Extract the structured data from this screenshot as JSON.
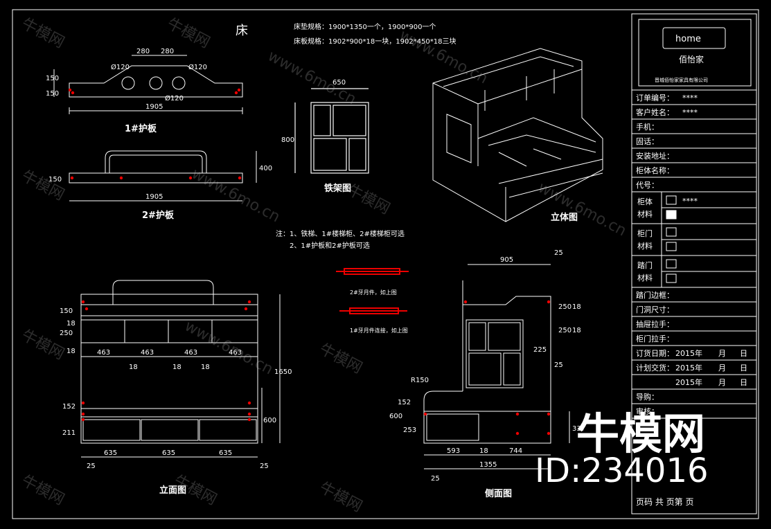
{
  "title": "床",
  "specs": {
    "mattress": "床垫规格：1900*1350一个，1900*900一个",
    "board": "床板规格：1902*900*18一块，1902*450*18三块"
  },
  "guard1": {
    "label": "1#护板",
    "dims": {
      "top1": "280",
      "top2": "280",
      "r1": "Ø120",
      "r2": "Ø120",
      "r3": "Ø120",
      "h1": "150",
      "h2": "150",
      "width": "1905"
    }
  },
  "guard2": {
    "label": "2#护板",
    "dims": {
      "h": "150",
      "h2": "400",
      "width": "1905"
    }
  },
  "frame": {
    "label": "铁架图",
    "dims": {
      "width": "650",
      "height": "800"
    }
  },
  "iso": {
    "label": "立体图"
  },
  "notes": {
    "line1": "注：1、铁梯、1#楼梯柜、2#楼梯柜可选",
    "line2": "2、1#护板和2#护板可选"
  },
  "parts": {
    "p2": "2#牙月件，如上图",
    "p1": "1#牙月件连接，如上图"
  },
  "front": {
    "label": "立面图",
    "dims": {
      "d150": "150",
      "d250": "250",
      "d18a": "18",
      "d18b": "18",
      "w463a": "463",
      "w463b": "463",
      "w463c": "463",
      "w463d": "463",
      "g18a": "18",
      "g18b": "18",
      "g18c": "18",
      "h1650": "1650",
      "h600": "600",
      "d152": "152",
      "d211": "211",
      "b635a": "635",
      "b635b": "635",
      "b635c": "635",
      "e25a": "25",
      "e25b": "25"
    }
  },
  "side": {
    "label": "侧面图",
    "dims": {
      "w905": "905",
      "t25": "25",
      "s250a": "250",
      "s18a": "18",
      "s250b": "250",
      "s18b": "18",
      "s225": "225",
      "s25b": "25",
      "r150": "R150",
      "s152": "152",
      "s600": "600",
      "s253": "253",
      "s337": "337",
      "b593": "593",
      "b18": "18",
      "b744": "744",
      "b1355": "1355",
      "b25": "25"
    }
  },
  "titleblock": {
    "brand": "home",
    "brand_cn": "佰怡家",
    "company": "晋城佰怡家家具有限公司",
    "rows": [
      {
        "label": "订单编号：",
        "value": "****"
      },
      {
        "label": "客户姓名：",
        "value": "****"
      },
      {
        "label": "手机：",
        "value": ""
      },
      {
        "label": "固话：",
        "value": ""
      },
      {
        "label": "安装地址：",
        "value": ""
      },
      {
        "label": "柜体名称：",
        "value": ""
      },
      {
        "label": "代号：",
        "value": ""
      }
    ],
    "materials": [
      {
        "label1": "柜体",
        "label2": "材料",
        "value": "****"
      },
      {
        "label1": "柜门",
        "label2": "材料",
        "value": ""
      },
      {
        "label1": "踏门",
        "label2": "材料",
        "value": ""
      }
    ],
    "rows2": [
      {
        "label": "踏门边框：",
        "value": ""
      },
      {
        "label": "门洞尺寸：",
        "value": ""
      },
      {
        "label": "抽屉拉手：",
        "value": ""
      },
      {
        "label": "柜门拉手：",
        "value": ""
      }
    ],
    "dates": [
      {
        "label": "订货日期：",
        "year": "2015年",
        "m": "月",
        "d": "日"
      },
      {
        "label": "计划交货：",
        "year": "2015年",
        "m": "月",
        "d": "日"
      },
      {
        "label": "",
        "year": "2015年",
        "m": "月",
        "d": "日"
      }
    ],
    "extra": [
      {
        "label": "导购："
      },
      {
        "label": "审核："
      }
    ],
    "footer": "页码 共 页第 页"
  },
  "watermark": {
    "cn": "牛模网",
    "site": "www.6mo.cn",
    "big_cn": "牛模网",
    "id": "ID:234016"
  }
}
